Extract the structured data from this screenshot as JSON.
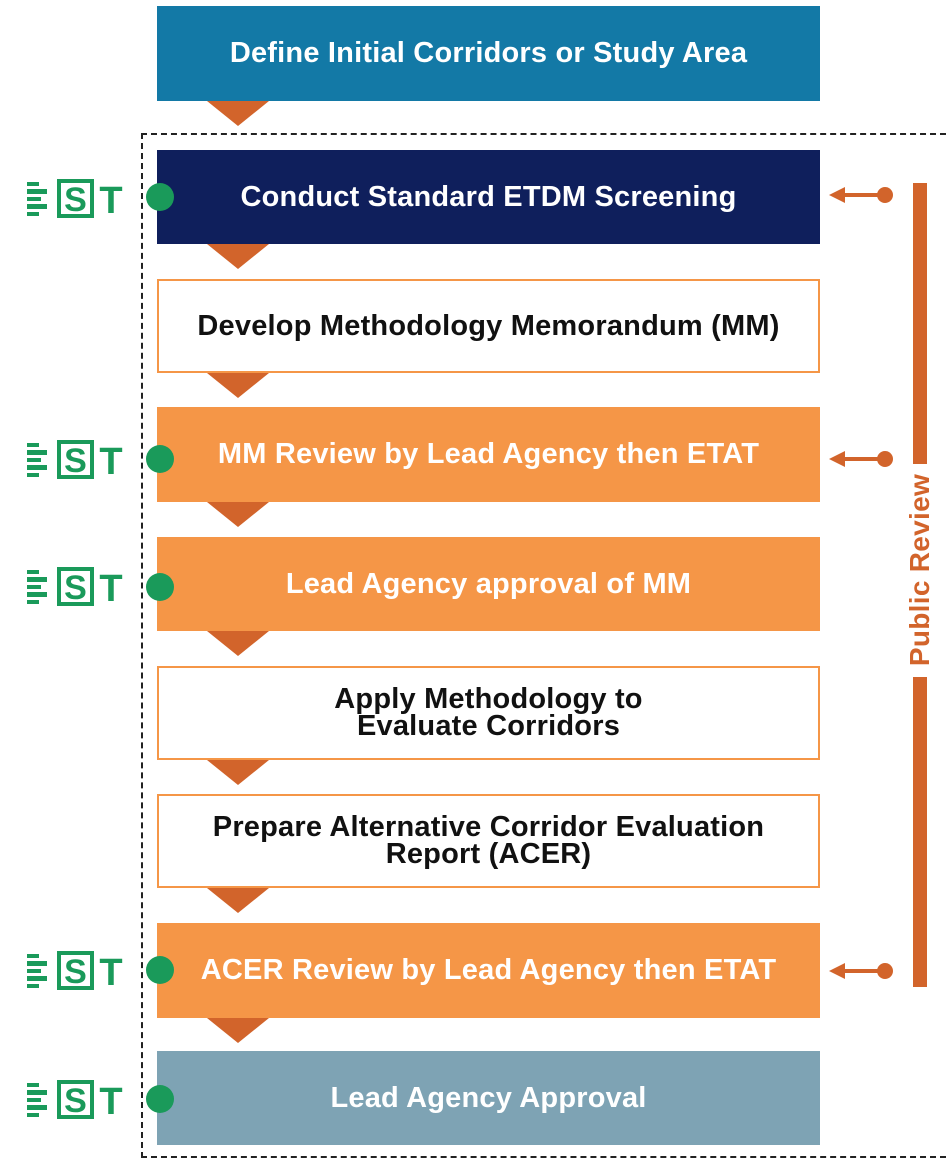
{
  "colors": {
    "teal": "#1379a6",
    "navy": "#0f1f5c",
    "orange": "#f59647",
    "arrow": "#d2642b",
    "slate": "#7ea3b4",
    "est_green": "#1a9a5a"
  },
  "steps": [
    {
      "text": "Define Initial Corridors or Study Area",
      "style": "teal"
    },
    {
      "text": "Conduct Standard ETDM Screening",
      "style": "navy",
      "est": true,
      "public_review": true
    },
    {
      "text": "Develop Methodology Memorandum (MM)",
      "style": "white"
    },
    {
      "text": "MM Review by Lead Agency then ETAT",
      "style": "orange",
      "est": true,
      "public_review": true
    },
    {
      "text": "Lead Agency approval of MM",
      "style": "orange",
      "est": true
    },
    {
      "text": "Apply Methodology to Evaluate Corridors",
      "style": "white"
    },
    {
      "text": "Prepare Alternative Corridor Evaluation Report (ACER)",
      "style": "white"
    },
    {
      "text": "ACER Review by Lead Agency then ETAT",
      "style": "orange",
      "est": true,
      "public_review": true
    },
    {
      "text": "Lead Agency Approval",
      "style": "slate",
      "est": true
    }
  ],
  "public_review_label": "Public Review",
  "est_logo_letters": [
    "E",
    "S",
    "T"
  ],
  "icons": {
    "est": "est-logo-icon",
    "connector": "connector-dot-icon",
    "feedback": "feedback-arrow-icon",
    "flow": "down-arrow-icon"
  }
}
